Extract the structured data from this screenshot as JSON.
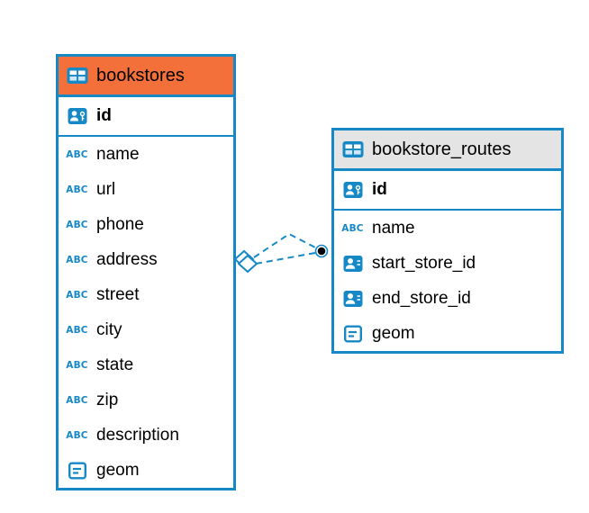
{
  "diagram": {
    "accent_color": "#1688c6",
    "background_color": "#ffffff",
    "icons": {
      "abc_glyph": "ABC"
    },
    "connection": {
      "style": "dashed",
      "edge_color": "#1688c6",
      "left_terminator": "open-diamond",
      "right_terminator": "filled-black-dot",
      "from_table": "bookstores",
      "to_table": "bookstore_routes"
    },
    "tables": [
      {
        "name": "bookstores",
        "header_color": "#f4703a",
        "columns": [
          {
            "name": "id",
            "icon": "person-key-icon",
            "key": "primary"
          },
          {
            "name": "name",
            "icon": "text-abc-icon"
          },
          {
            "name": "url",
            "icon": "text-abc-icon"
          },
          {
            "name": "phone",
            "icon": "text-abc-icon"
          },
          {
            "name": "address",
            "icon": "text-abc-icon"
          },
          {
            "name": "street",
            "icon": "text-abc-icon"
          },
          {
            "name": "city",
            "icon": "text-abc-icon"
          },
          {
            "name": "state",
            "icon": "text-abc-icon"
          },
          {
            "name": "zip",
            "icon": "text-abc-icon"
          },
          {
            "name": "description",
            "icon": "text-abc-icon"
          },
          {
            "name": "geom",
            "icon": "geometry-icon"
          }
        ]
      },
      {
        "name": "bookstore_routes",
        "header_color": "#e4e4e4",
        "columns": [
          {
            "name": "id",
            "icon": "person-key-icon",
            "key": "primary"
          },
          {
            "name": "name",
            "icon": "text-abc-icon"
          },
          {
            "name": "start_store_id",
            "icon": "person-icon"
          },
          {
            "name": "end_store_id",
            "icon": "person-icon"
          },
          {
            "name": "geom",
            "icon": "geometry-icon"
          }
        ]
      }
    ]
  }
}
